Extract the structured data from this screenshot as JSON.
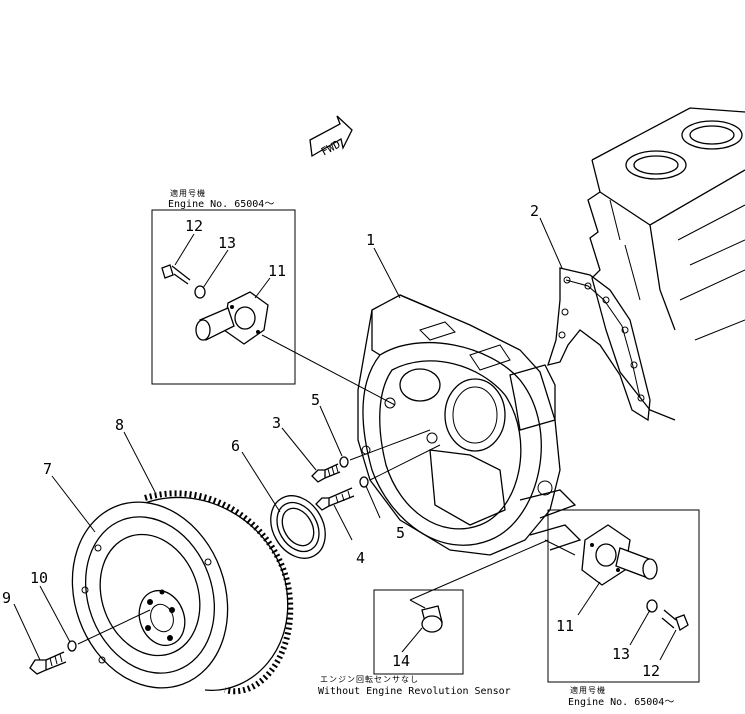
{
  "fwd_label": "FWD",
  "inset_top": {
    "applies_jp": "適用号機",
    "applies_en": "Engine No. 65004～"
  },
  "inset_bottom_right": {
    "applies_jp": "適用号機",
    "applies_en": "Engine No. 65004～"
  },
  "inset_bottom_center": {
    "caption_jp": "エンジン回転センサなし",
    "caption_en": "Without Engine Revolution Sensor"
  },
  "callouts": {
    "c1": "1",
    "c2": "2",
    "c3": "3",
    "c4": "4",
    "c5a": "5",
    "c5b": "5",
    "c6": "6",
    "c7": "7",
    "c8": "8",
    "c9": "9",
    "c10": "10",
    "c11_top": "11",
    "c11_br": "11",
    "c12_top": "12",
    "c12_br": "12",
    "c13_top": "13",
    "c13_br": "13",
    "c14": "14"
  }
}
